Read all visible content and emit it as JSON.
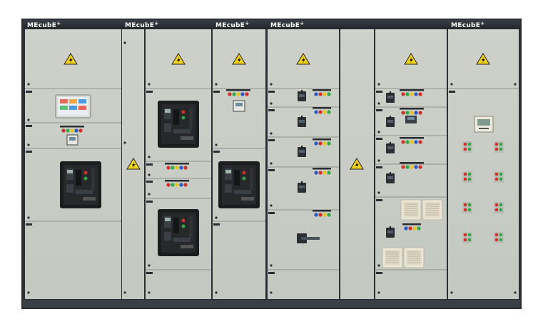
{
  "brand_label": "MEcubE",
  "brand_mark": "+",
  "colors": {
    "panel_face": "#c9cdc6",
    "panel_edge": "#8e948c",
    "frame_dark": "#2b2f34",
    "top_strip": "#2a2e33",
    "warning_yellow": "#f2d21a",
    "breaker_body": "#1c1d1f",
    "hmi_screen": "#e8eef4",
    "led_red": "#d2302a",
    "led_green": "#2fa845",
    "led_blue": "#2a57c8",
    "led_yellow": "#e8c41e",
    "vent_grille": "#ece6d6"
  },
  "icons": [
    "high-voltage-warning-icon",
    "circuit-breaker-icon",
    "indicator-lamp-icon",
    "hmi-touchscreen-icon",
    "power-meter-icon",
    "rotary-switch-icon",
    "ventilation-grille-icon"
  ],
  "cabinets": [
    {
      "id": "cab1",
      "has_brand": true
    },
    {
      "id": "cab2",
      "has_brand": true
    },
    {
      "id": "cab3",
      "has_brand": true
    },
    {
      "id": "cab4",
      "has_brand": true
    },
    {
      "id": "cab5",
      "has_brand": false
    },
    {
      "id": "cab6",
      "has_brand": false
    },
    {
      "id": "cab7",
      "has_brand": true
    }
  ]
}
